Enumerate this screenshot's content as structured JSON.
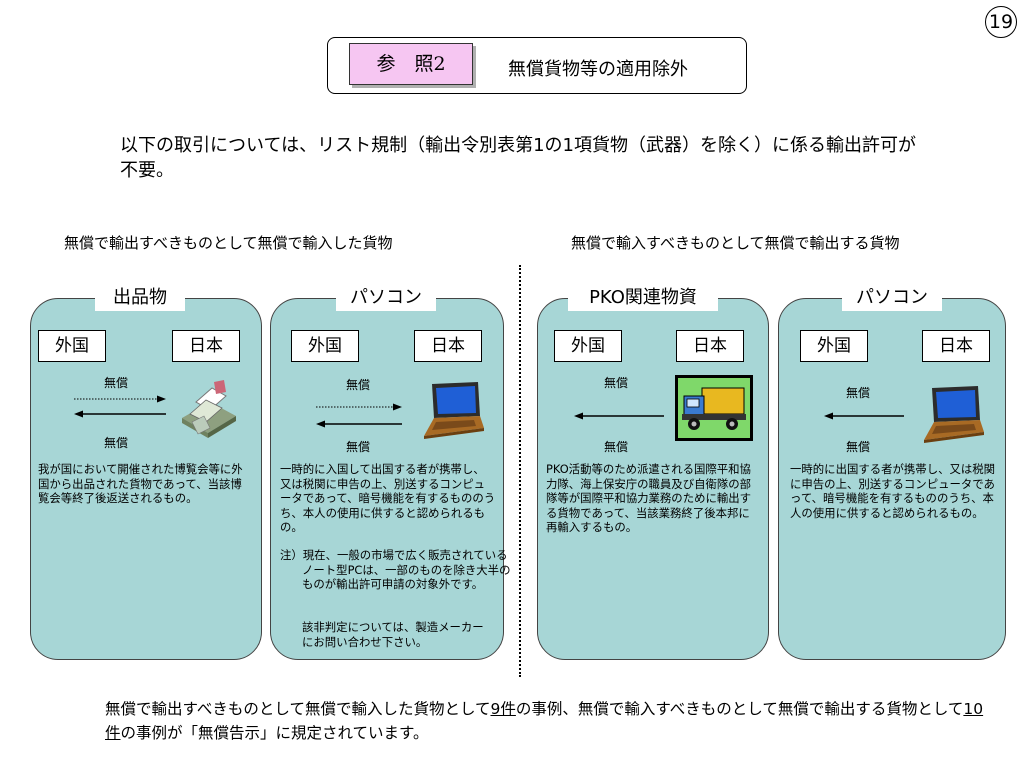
{
  "page_number": "19",
  "title": {
    "tag": "参　照2",
    "text": "無償貨物等の適用除外"
  },
  "intro": "以下の取引については、リスト規制（輸出令別表第1の1項貨物（武器）を除く）に係る輸出許可が不要。",
  "headings": {
    "left": "無償で輸出すべきものとして無償で輸入した貨物",
    "right": "無償で輸入すべきものとして無償で輸出する貨物"
  },
  "panels": [
    {
      "title": "出品物",
      "foreign": "外国",
      "japan": "日本",
      "top_label": "無償",
      "bottom_label": "無償",
      "icon": "fax-machine-icon",
      "desc": "我が国において開催された博覧会等に外国から出品された貨物であって、当該博覧会等終了後返送されるもの。"
    },
    {
      "title": "パソコン",
      "foreign": "外国",
      "japan": "日本",
      "top_label": "無償",
      "bottom_label": "無償",
      "icon": "laptop-icon",
      "desc": "一時的に入国して出国する者が携帯し、又は税関に申告の上、別送するコンピュータであって、暗号機能を有するもののうち、本人の使用に供すると認められるもの。",
      "note": "注）現在、一般の市場で広く販売されているノート型PCは、一部のものを除き大半のものが輸出許可申請の対象外です。",
      "note2": "該非判定については、製造メーカーにお問い合わせ下さい。"
    },
    {
      "title": "PKO関連物資",
      "foreign": "外国",
      "japan": "日本",
      "top_label": "無償",
      "bottom_label": "無償",
      "icon": "truck-icon",
      "desc": "PKO活動等のため派遣される国際平和協力隊、海上保安庁の職員及び自衛隊の部隊等が国際平和協力業務のために輸出する貨物であって、当該業務終了後本邦に再輸入するもの。"
    },
    {
      "title": "パソコン",
      "foreign": "外国",
      "japan": "日本",
      "top_label": "無償",
      "bottom_label": "無償",
      "icon": "laptop-icon",
      "desc": "一時的に出国する者が携帯し、又は税関に申告の上、別送するコンピュータであって、暗号機能を有するもののうち、本人の使用に供すると認められるもの。"
    }
  ],
  "footer": {
    "p1": "無償で輸出すべきものとして無償で輸入した貨物として",
    "n1": "9件",
    "p2": "の事例、無償で輸入すべきものとして無償で輸出する貨物として",
    "n2": "10件",
    "p3": "の事例が「無償告示」に規定されています。"
  },
  "colors": {
    "panel_bg": "#a7d6d6",
    "tag_bg": "#f6c6f2"
  }
}
